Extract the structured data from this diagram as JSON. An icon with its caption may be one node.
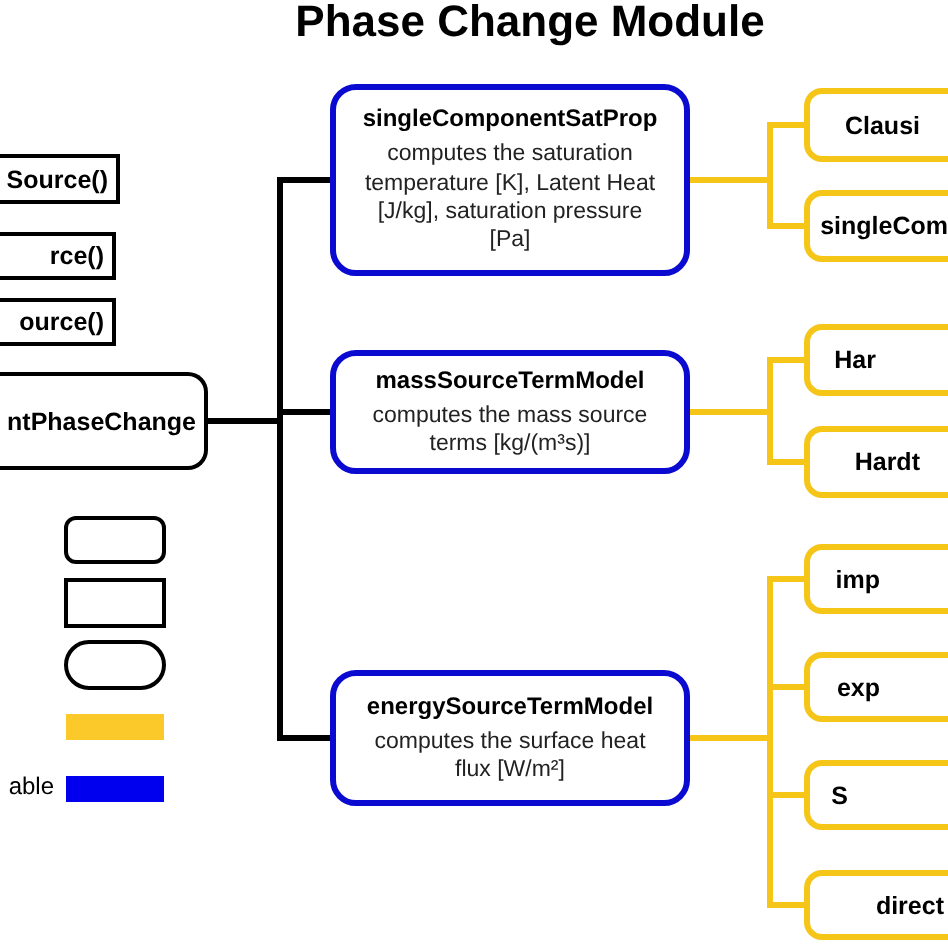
{
  "diagram": {
    "title": "Phase Change Module",
    "nodes": [
      {
        "text": [
          "Source()"
        ]
      },
      {
        "text": [
          "rce()"
        ]
      },
      {
        "text": [
          "ource()"
        ]
      },
      {
        "text": [
          "ntPhaseChange"
        ]
      },
      {
        "text": [
          "singleComponentSatProp",
          "computes the saturation temperature [K], Latent Heat [J/kg], saturation pressure [Pa]"
        ]
      },
      {
        "text": [
          "massSourceTermModel",
          "computes the mass source terms [kg/(m³s)]"
        ]
      },
      {
        "text": [
          "energySourceTermModel",
          "computes the surface heat flux [W/m²]"
        ]
      },
      {
        "text": [
          "Clausi"
        ]
      },
      {
        "text": [
          "singleCom"
        ]
      },
      {
        "text": [
          "Har"
        ]
      },
      {
        "text": [
          "Hardt"
        ]
      },
      {
        "text": [
          "imp"
        ]
      },
      {
        "text": [
          "exp"
        ]
      },
      {
        "text": [
          "S"
        ]
      },
      {
        "text": [
          "direct"
        ]
      }
    ],
    "edges": [
      {
        "from": 3,
        "to": 4,
        "arrow": "none",
        "color": "#000000"
      },
      {
        "from": 3,
        "to": 5,
        "arrow": "none",
        "color": "#000000"
      },
      {
        "from": 3,
        "to": 6,
        "arrow": "none",
        "color": "#000000"
      },
      {
        "from": 4,
        "to": 7,
        "arrow": "none"
      },
      {
        "from": 4,
        "to": 8,
        "arrow": "none"
      },
      {
        "from": 5,
        "to": 9,
        "arrow": "none"
      },
      {
        "from": 5,
        "to": 10,
        "arrow": "none"
      },
      {
        "from": 6,
        "to": 11,
        "arrow": "none"
      },
      {
        "from": 6,
        "to": 12,
        "arrow": "none"
      },
      {
        "from": 6,
        "to": 13,
        "arrow": "none"
      },
      {
        "from": 6,
        "to": 14,
        "arrow": "none"
      }
    ],
    "legend": [
      {
        "text": "able",
        "color": "#0000ee"
      }
    ]
  }
}
